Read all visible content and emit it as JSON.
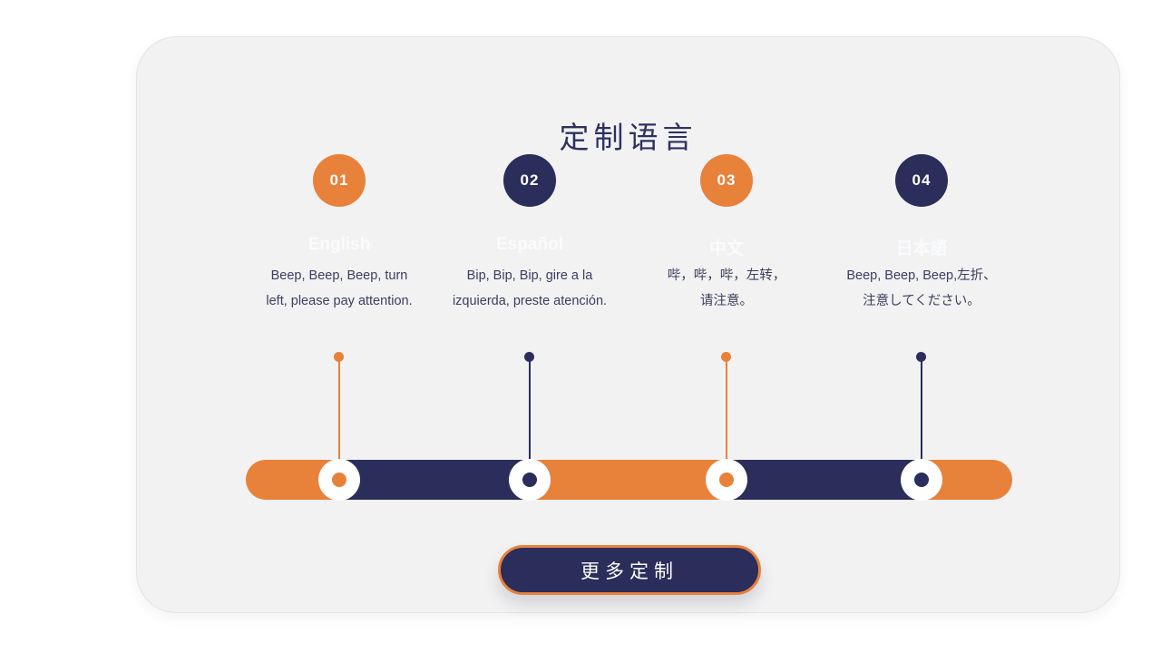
{
  "colors": {
    "orange": "#E8813A",
    "navy": "#2B2D5B",
    "card_bg": "#F2F2F3",
    "title": "#2E3160",
    "desc": "#3B3E5E",
    "faint": "#FAFBFC"
  },
  "header": {
    "title": "定制语言"
  },
  "steps": [
    {
      "number": "01",
      "color_name": "orange",
      "language": "English",
      "line1": "Beep, Beep, Beep, turn",
      "line2": "left, please pay attention."
    },
    {
      "number": "02",
      "color_name": "navy",
      "language": "Español",
      "line1": "Bip, Bip, Bip, gire a la",
      "line2": "izquierda, preste atención."
    },
    {
      "number": "03",
      "color_name": "orange",
      "language": "中文",
      "line1": "哔，哔，哔，左转，",
      "line2": "请注意。"
    },
    {
      "number": "04",
      "color_name": "navy",
      "language": "日本語",
      "line1": "Beep, Beep, Beep,左折、",
      "line2": "注意してください。"
    }
  ],
  "button": {
    "label": "更多定制"
  }
}
